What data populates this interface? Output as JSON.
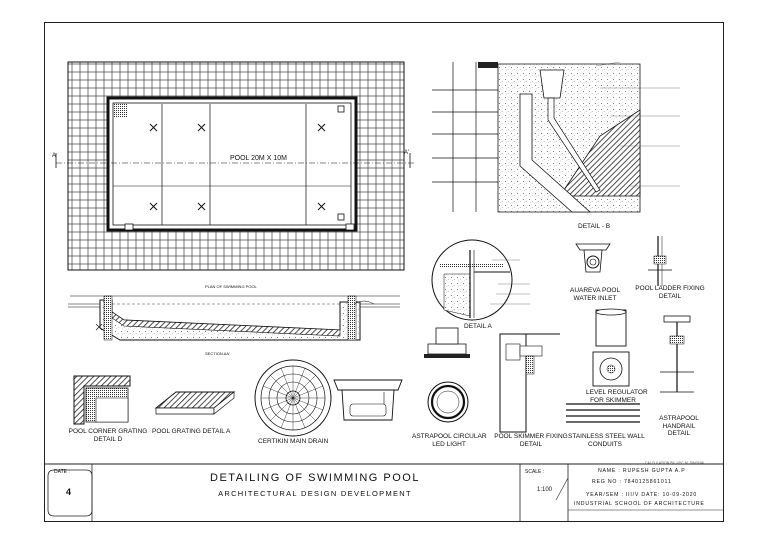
{
  "plan": {
    "title": "PLAN OF SWIMMING POOL",
    "pool_label": "POOL 20M X 10M",
    "section_mark_left": "A",
    "section_mark_right": "A'"
  },
  "section": {
    "title": "SECTION AA'"
  },
  "details": {
    "detail_b": "DETAIL - B",
    "detail_a": "DETAIL A",
    "auareva": [
      "AUAREVA POOL",
      "WATER INLET"
    ],
    "ladder": [
      "POOL LADDER FIXING",
      "DETAIL"
    ],
    "corner_grating": [
      "POOL CORNER GRATING",
      "DETAIL D"
    ],
    "grating_a": "POOL GRATING DETAIL A",
    "main_drain": "CERTIKIN MAIN DRAIN",
    "led_light": [
      "ASTRAPOOL CIRCULAR",
      "LED LIGHT"
    ],
    "skimmer_fixing": [
      "POOL SKIMMER FIXING",
      "DETAIL"
    ],
    "level_regulator": [
      "LEVEL REGULATOR",
      "FOR SKIMMER"
    ],
    "wall_conduits": [
      "STAINLESS STEEL WALL",
      "CONDUITS"
    ],
    "handrail": [
      "ASTRAPOOL",
      "HANDRAIL",
      "DETAIL"
    ]
  },
  "title_block": {
    "date_label": "DATE :",
    "sheet_number": "4",
    "main_title": "DETAILING OF SWIMMING POOL",
    "subtitle": "ARCHITECTURAL DESIGN DEVELOPMENT",
    "scale_label": "SCALE :",
    "scale_value": "1:100",
    "name_line": "NAME : RUPESH GUPTA A.P",
    "reg_line": "REG NO : 7840125861011",
    "year_line": "YEAR/SEM : III/V    DATE: 10-09-2020",
    "school_line": "INDUSTRIAL SCHOOL OF ARCHITECTURE",
    "copyright": "CALCULATION BY J P.C.M. SINGHAL"
  },
  "colors": {
    "line": "#111111",
    "hatch": "#555555",
    "paper": "#ffffff"
  }
}
